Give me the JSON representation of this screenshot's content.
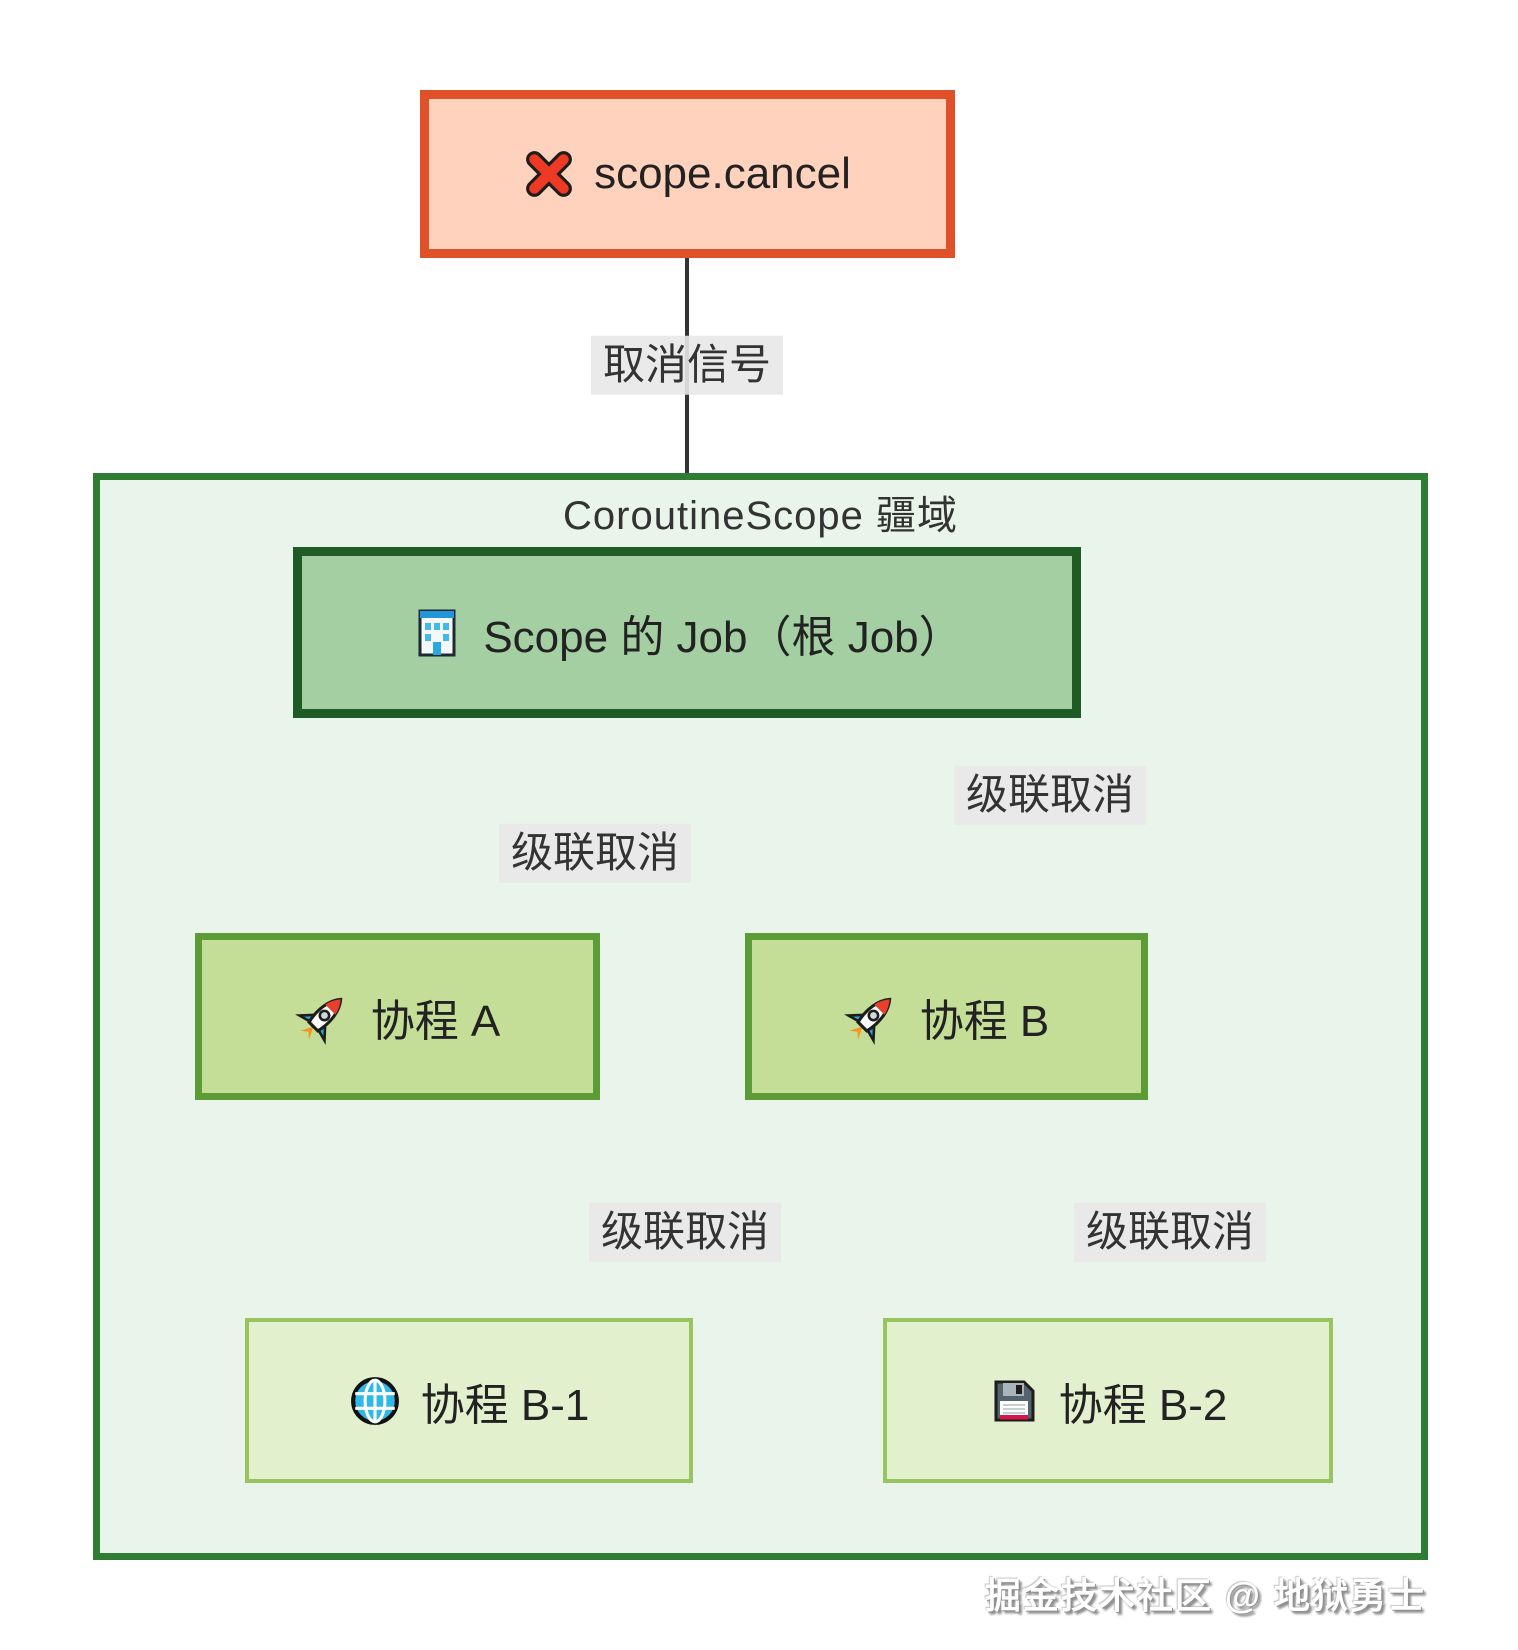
{
  "diagram": {
    "type": "flowchart",
    "cancel_box": {
      "icon": "cross-mark-icon",
      "label": "scope.cancel"
    },
    "container": {
      "title": "CoroutineScope 疆域"
    },
    "nodes": {
      "root": {
        "icon": "office-building-icon",
        "label": "Scope 的 Job（根 Job）"
      },
      "a": {
        "icon": "rocket-icon",
        "label": "协程 A"
      },
      "b": {
        "icon": "rocket-icon",
        "label": "协程 B"
      },
      "b1": {
        "icon": "globe-icon",
        "label": "协程 B-1"
      },
      "b2": {
        "icon": "floppy-disk-icon",
        "label": "协程 B-2"
      }
    },
    "edge_labels": {
      "cancel_signal": "取消信号",
      "cascade": "级联取消"
    },
    "edges": [
      {
        "from": "scope.cancel",
        "to": "root",
        "label": "取消信号"
      },
      {
        "from": "root",
        "to": "a"
      },
      {
        "from": "root",
        "to": "a",
        "label": "级联取消"
      },
      {
        "from": "root",
        "to": "b"
      },
      {
        "from": "root",
        "to": "b",
        "label": "级联取消"
      },
      {
        "from": "b",
        "to": "b1"
      },
      {
        "from": "b",
        "to": "b1",
        "label": "级联取消"
      },
      {
        "from": "b",
        "to": "b2"
      },
      {
        "from": "b",
        "to": "b2",
        "label": "级联取消"
      }
    ],
    "colors": {
      "cancel_fill": "#ffd2be",
      "cancel_border": "#e0512a",
      "container_fill": "#e9f5ea",
      "container_border": "#2e7d33",
      "root_fill": "#a3cfa2",
      "root_border": "#1e5b25",
      "child_fill": "#c4de98",
      "child_border": "#5c9b35",
      "grandchild_fill": "#e3f0cd",
      "grandchild_border": "#97c45f",
      "edge_stroke": "#333333",
      "label_bg": "#e8e8e8",
      "text": "#222222"
    },
    "watermark": "掘金技术社区 @ 地狱勇士"
  }
}
